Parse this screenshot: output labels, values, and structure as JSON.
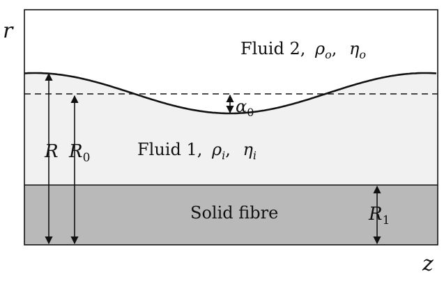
{
  "axes": {
    "vertical": "r",
    "horizontal": "z"
  },
  "regions": {
    "outer_fluid": {
      "text": "Fluid 2,",
      "density_symbol": "ρ",
      "density_sub": "o",
      "viscosity_symbol": "η",
      "viscosity_sub": "o"
    },
    "inner_fluid": {
      "text": "Fluid 1,",
      "density_symbol": "ρ",
      "density_sub": "i",
      "viscosity_symbol": "η",
      "viscosity_sub": "i"
    },
    "fibre": {
      "text": "Solid fibre"
    }
  },
  "dimensions": {
    "interface_radius": "R",
    "mean_radius_symbol": "R",
    "mean_radius_sub": "0",
    "amplitude_symbol": "α",
    "amplitude_sub": "0",
    "fibre_radius_symbol": "R",
    "fibre_radius_sub": "1"
  },
  "colors": {
    "fluid1_fill": "#f1f1f1",
    "fibre_fill": "#b9b9b9",
    "line": "#111111"
  }
}
